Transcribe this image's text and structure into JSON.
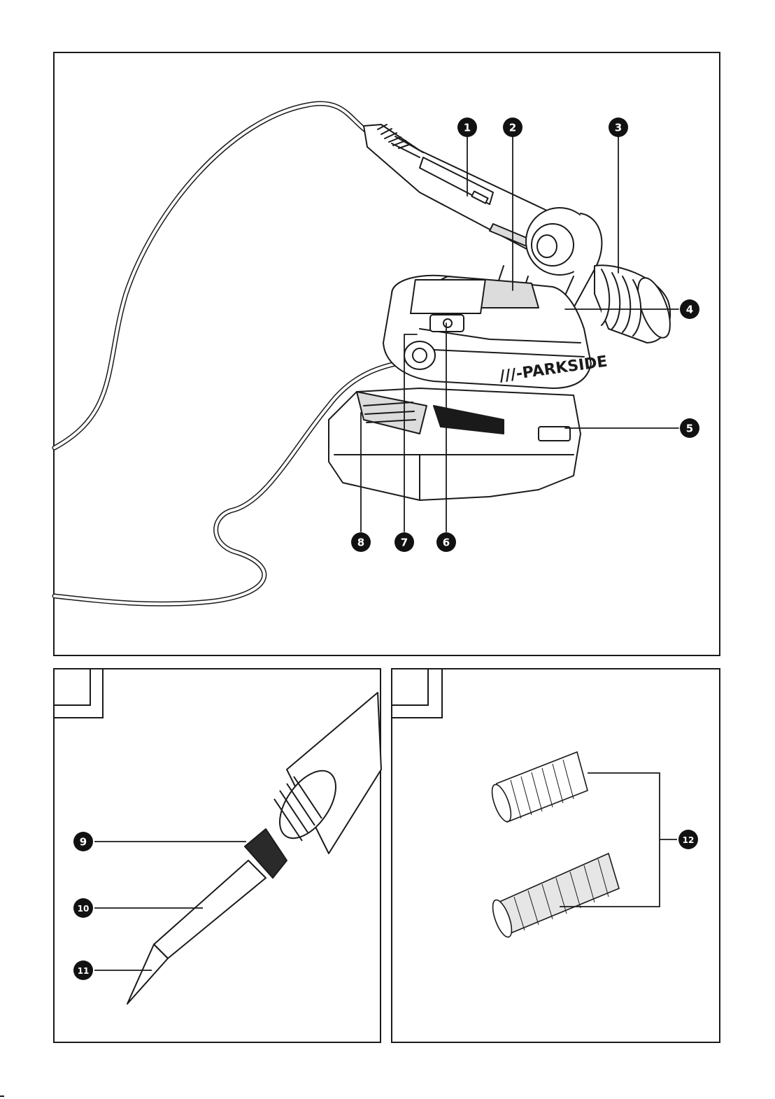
{
  "diagram": {
    "overview_callouts": [
      "1",
      "2",
      "3",
      "4",
      "5",
      "6",
      "7",
      "8"
    ],
    "detail_b_callouts": [
      "9",
      "10",
      "11"
    ],
    "detail_c_callouts": [
      "12"
    ],
    "brand_label": "///-PARKSIDE",
    "colors": {
      "stroke": "#1a1a1a",
      "fill": "#ffffff",
      "shade": "#dcdcdc",
      "callout": "#111111"
    }
  }
}
